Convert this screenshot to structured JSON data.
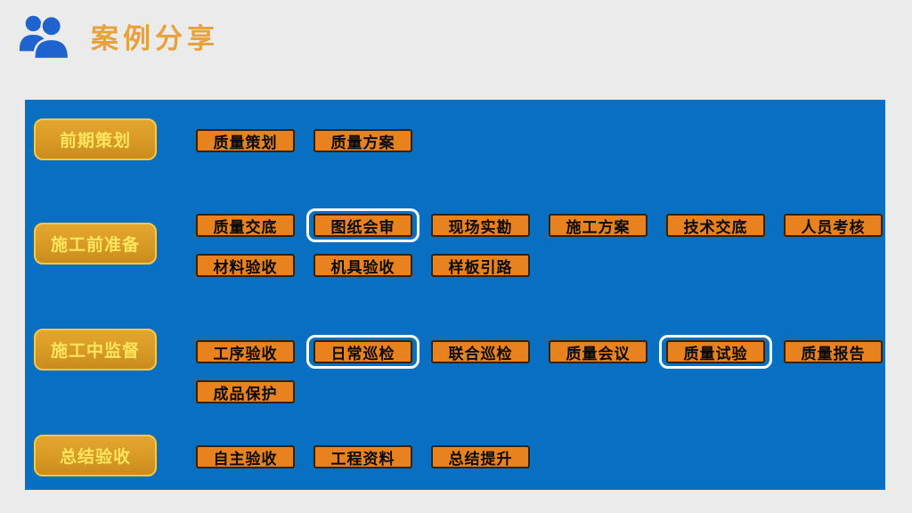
{
  "header": {
    "title": "案例分享"
  },
  "colors": {
    "page_bg": "#EBEBEB",
    "panel_blue": "#0870C0",
    "task_fill": "#E8821F",
    "task_border": "#3A2104",
    "task_text": "#0A0A0A",
    "stage_fill": "#D89A25",
    "stage_border": "#F7C948",
    "stage_text": "#FFE45E",
    "title_color": "#E8A23C",
    "icon_blue": "#1E63CE",
    "highlight": "#FFFFFF"
  },
  "matrix": {
    "rows": [
      {
        "stage": "前期策划",
        "lines": [
          [
            {
              "label": "质量策划"
            },
            {
              "label": "质量方案"
            }
          ]
        ]
      },
      {
        "stage": "施工前准备",
        "lines": [
          [
            {
              "label": "质量交底"
            },
            {
              "label": "图纸会审",
              "highlight": true
            },
            {
              "label": "现场实勘"
            },
            {
              "label": "施工方案"
            },
            {
              "label": "技术交底"
            },
            {
              "label": "人员考核"
            }
          ],
          [
            {
              "label": "材料验收"
            },
            {
              "label": "机具验收"
            },
            {
              "label": "样板引路"
            }
          ]
        ]
      },
      {
        "stage": "施工中监督",
        "lines": [
          [
            {
              "label": "工序验收"
            },
            {
              "label": "日常巡检",
              "highlight": true
            },
            {
              "label": "联合巡检"
            },
            {
              "label": "质量会议"
            },
            {
              "label": "质量试验",
              "highlight": true
            },
            {
              "label": "质量报告"
            }
          ],
          [
            {
              "label": "成品保护"
            }
          ]
        ]
      },
      {
        "stage": "总结验收",
        "lines": [
          [
            {
              "label": "自主验收"
            },
            {
              "label": "工程资料"
            },
            {
              "label": "总结提升"
            }
          ]
        ]
      }
    ]
  }
}
